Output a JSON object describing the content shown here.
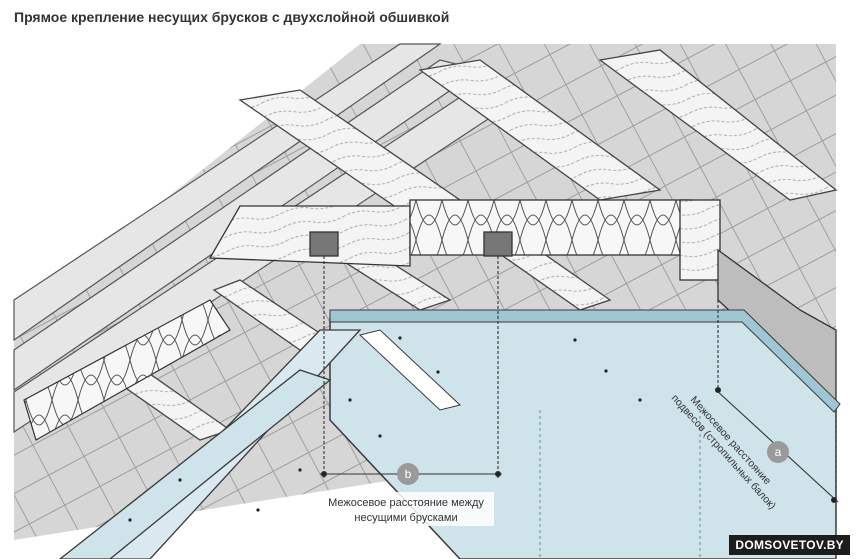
{
  "title": "Прямое крепление несущих брусков с двухслойной обшивкой",
  "markers": {
    "a": "a",
    "b": "b"
  },
  "label_b": {
    "line1": "Межосевое расстояние между",
    "line2": "несущими брусками"
  },
  "label_a": {
    "line1": "Межосевое расстояние",
    "line2": "подвесов (стропильных балок)"
  },
  "watermark": "DOMSOVETOV.BY",
  "colors": {
    "board": "#cfe3ea",
    "board_edge": "#9fc6d3",
    "roof": "#d9d9d9",
    "timber": "#f2f2f2",
    "line": "#3a3a3a"
  }
}
